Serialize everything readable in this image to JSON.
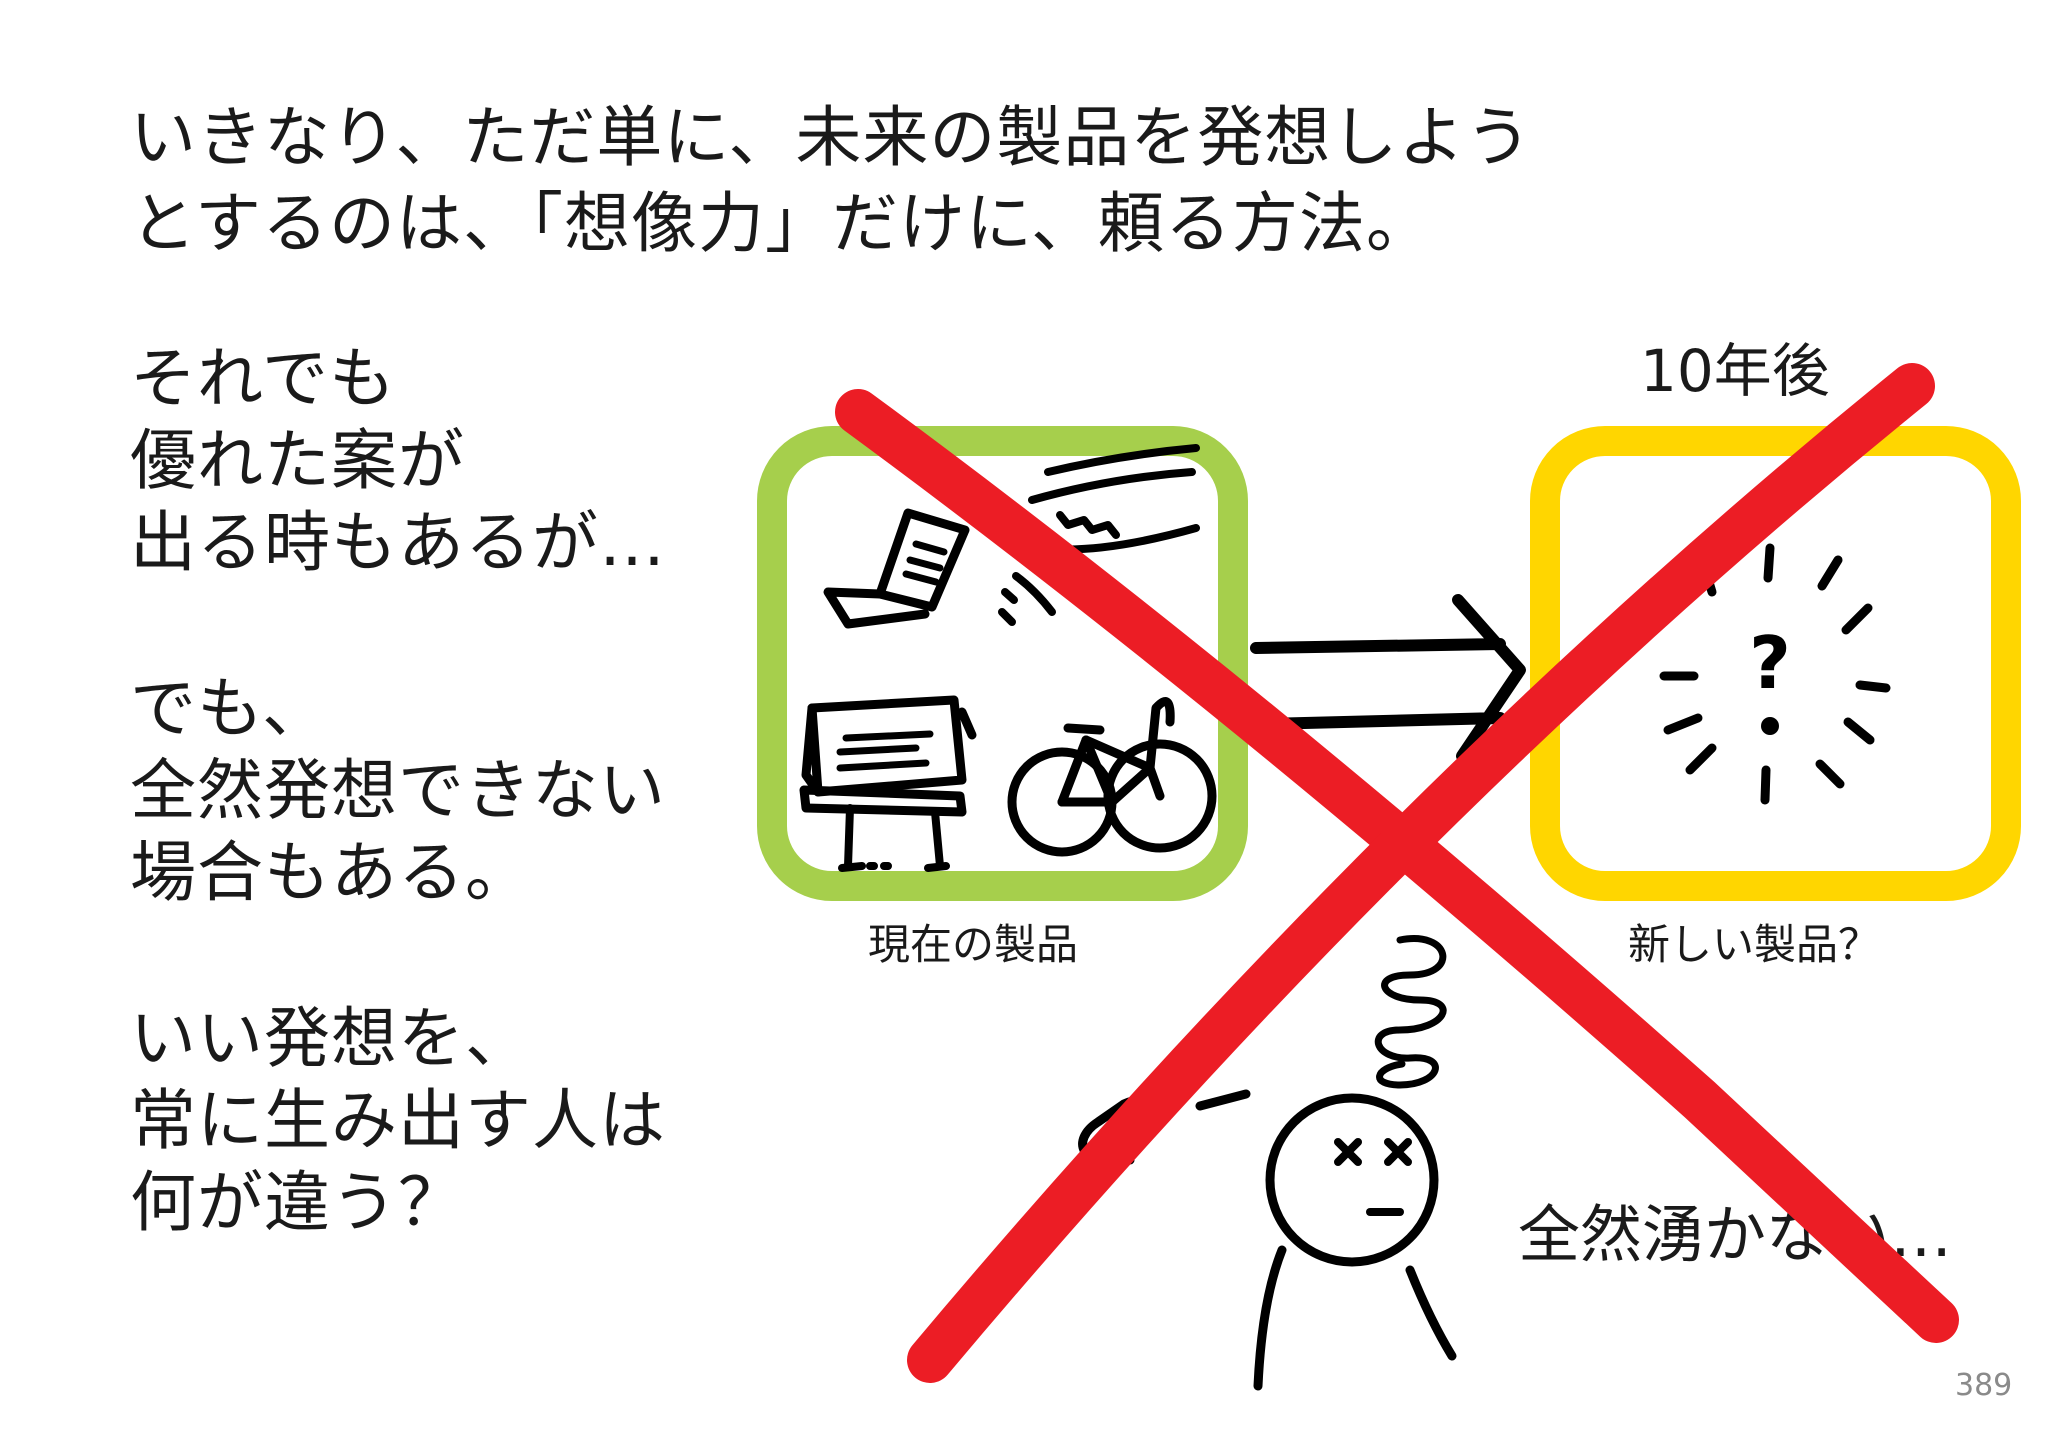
{
  "intro": {
    "line1": "いきなり、ただ単に、未来の製品を発想しよう",
    "line2": "とするのは、「想像力」だけに、頼る方法。"
  },
  "left_blocks": [
    {
      "lines": [
        "それでも",
        "優れた案が",
        "出る時もあるが…"
      ]
    },
    {
      "lines": [
        "でも、",
        "全然発想できない",
        "場合もある。"
      ]
    },
    {
      "lines": [
        "いい発想を、",
        "常に生み出す人は",
        "何が違う？"
      ]
    }
  ],
  "diagram": {
    "current_caption": "現在の製品",
    "new_caption": "新しい製品？",
    "future_label": "10年後",
    "question_mark": "?",
    "thought_bubble": "全然湧かない…",
    "current_box_color": "#a6cf4c",
    "new_box_color": "#ffd600",
    "cross_color": "#ec1d25",
    "icons": [
      "smartphone-icon",
      "train-icon",
      "computer-icon",
      "bicycle-icon",
      "thinking-person-icon"
    ]
  },
  "page_number": "389"
}
